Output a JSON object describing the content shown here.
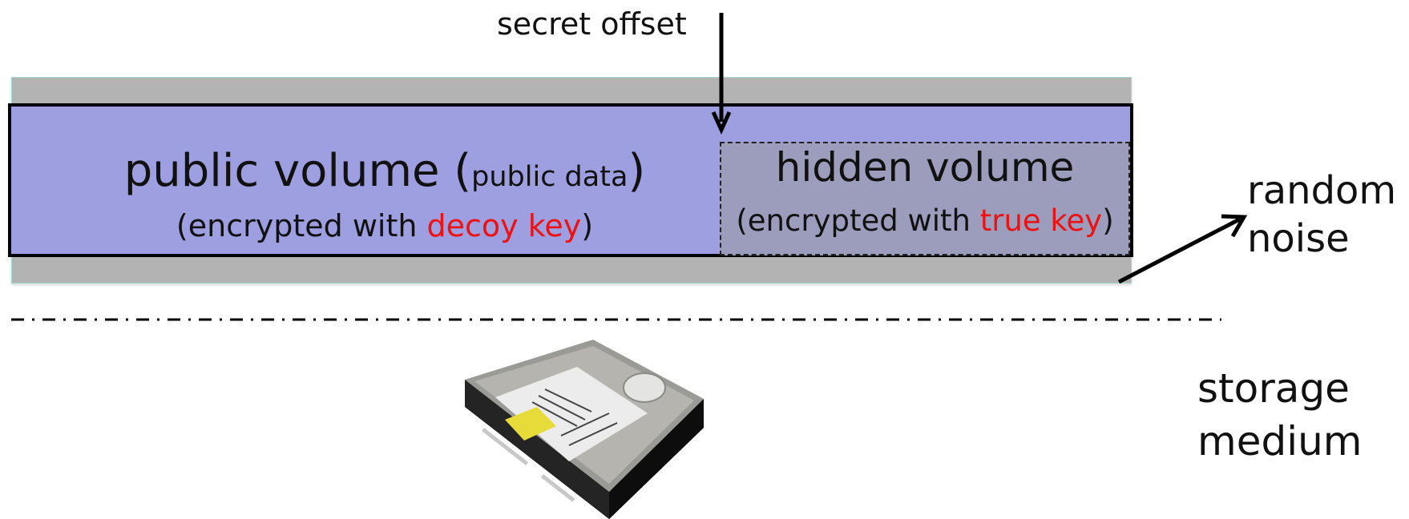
{
  "labels": {
    "secret_offset": "secret offset",
    "random_noise_line1": "random",
    "random_noise_line2": "noise",
    "storage_medium_line1": "storage",
    "storage_medium_line2": "medium"
  },
  "public_volume": {
    "title": "public volume (",
    "title_small": "public data",
    "title_close": ")",
    "subtitle_prefix": "(encrypted with ",
    "subtitle_key": "decoy key",
    "subtitle_suffix": ")"
  },
  "hidden_volume": {
    "title": "hidden volume",
    "subtitle_prefix": "(encrypted with ",
    "subtitle_key": "true key",
    "subtitle_suffix": ")"
  },
  "colors": {
    "noise_fill": "#b3b3b3",
    "public_fill": "#9e9fe0",
    "hidden_fill": "#9c9cbc",
    "key_text": "#ee1111"
  },
  "icons": {
    "drive": "hard-disk-drive-icon"
  }
}
